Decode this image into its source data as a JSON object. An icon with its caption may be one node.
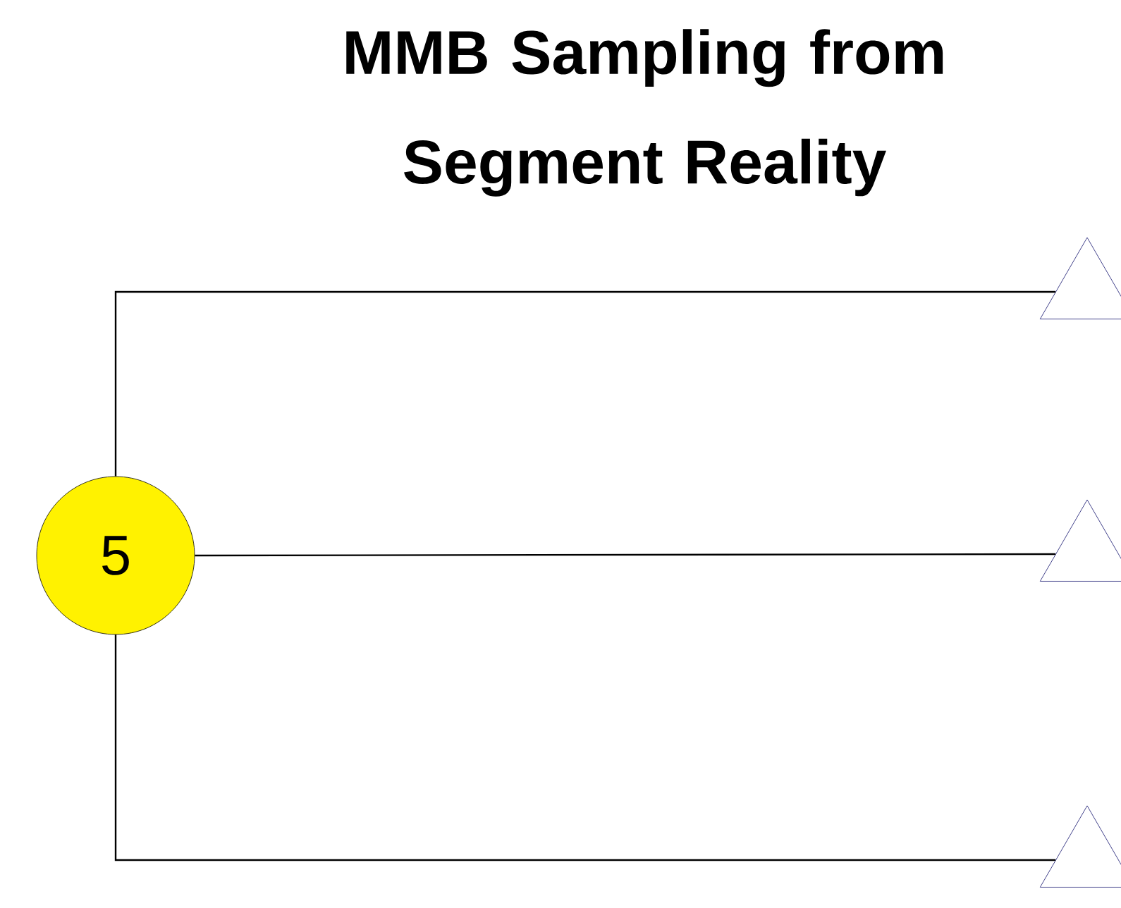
{
  "diagram": {
    "title": "MMB Sampling from Segment Reality",
    "nodes": [
      {
        "text": [
          "5"
        ]
      },
      {
        "text": [],
        "shape": "triangle"
      },
      {
        "text": [],
        "shape": "triangle"
      },
      {
        "text": [],
        "shape": "triangle"
      }
    ],
    "edges": [
      {
        "from": 0,
        "to": 1,
        "arrow": "none"
      },
      {
        "from": 0,
        "to": 2,
        "arrow": "none"
      },
      {
        "from": 0,
        "to": 3,
        "arrow": "none"
      }
    ]
  }
}
